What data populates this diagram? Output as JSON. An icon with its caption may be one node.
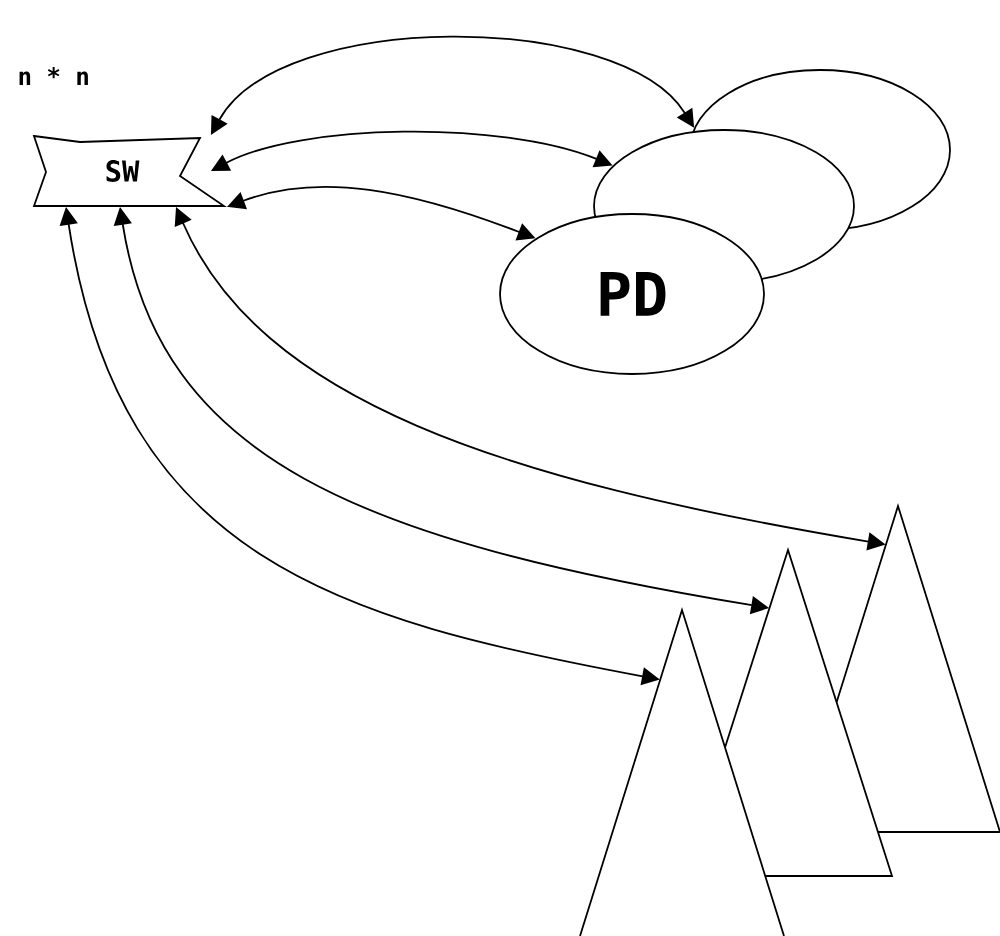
{
  "diagram": {
    "nodes": [
      {
        "text": [
          "SW"
        ]
      },
      {
        "text": [],
        "shape": "ellipse"
      },
      {
        "text": [],
        "shape": "ellipse"
      },
      {
        "text": [
          "PD"
        ]
      },
      {
        "text": [],
        "shape": "triangle"
      },
      {
        "text": [],
        "shape": "triangle"
      },
      {
        "text": [],
        "shape": "triangle"
      }
    ],
    "edges": [
      {
        "from": 0,
        "to": 1,
        "arrow": "both"
      },
      {
        "from": 0,
        "to": 2,
        "arrow": "both"
      },
      {
        "from": 0,
        "to": 3,
        "arrow": "both"
      },
      {
        "from": 0,
        "to": 4,
        "arrow": "both"
      },
      {
        "from": 0,
        "to": 5,
        "arrow": "both"
      },
      {
        "from": 0,
        "to": 6,
        "arrow": "both"
      }
    ],
    "labels": [
      "n * n"
    ]
  }
}
